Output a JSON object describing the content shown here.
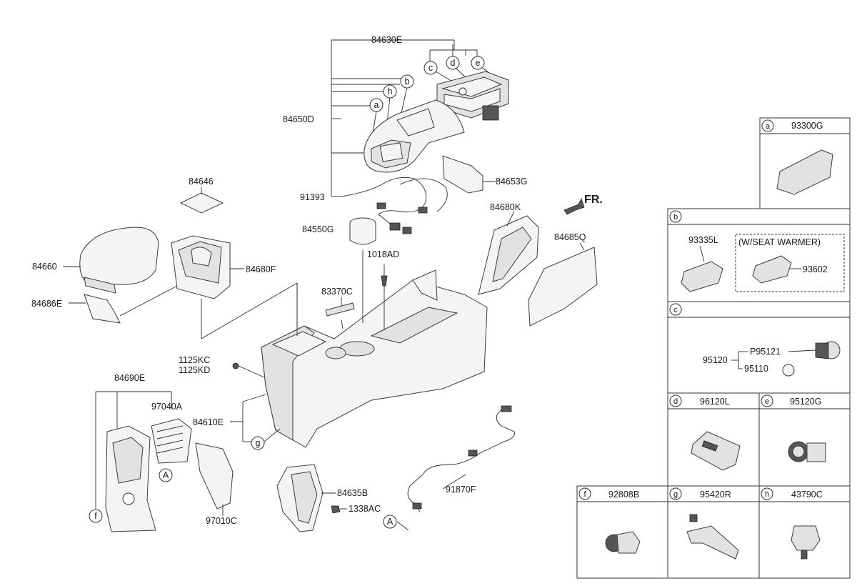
{
  "diagram": {
    "direction_label": "FR.",
    "parts": {
      "p84630E": "84630E",
      "p84650D": "84650D",
      "p84653G": "84653G",
      "p91393": "91393",
      "p84646": "84646",
      "p84660": "84660",
      "p84680F": "84680F",
      "p84686E": "84686E",
      "p84550G": "84550G",
      "p1018AD": "1018AD",
      "p84680K": "84680K",
      "p84685Q": "84685Q",
      "p83370C": "83370C",
      "p1125KC": "1125KC",
      "p1125KD": "1125KD",
      "p84690E": "84690E",
      "p97040A": "97040A",
      "p84610E": "84610E",
      "p97010C": "97010C",
      "p84635B": "84635B",
      "p1338AC": "1338AC",
      "p91870F": "91870F"
    },
    "callouts": {
      "a": "a",
      "b": "b",
      "c": "c",
      "d": "d",
      "e": "e",
      "f": "f",
      "g": "g",
      "h": "h",
      "A": "A"
    }
  },
  "legend": {
    "a": {
      "letter": "a",
      "part": "93300G"
    },
    "b": {
      "letter": "b",
      "part_main": "93335L",
      "note": "(W/SEAT WARMER)",
      "part_alt": "93602"
    },
    "c": {
      "letter": "c",
      "part_group": "95120",
      "sub1": "P95121",
      "sub2": "95110"
    },
    "d": {
      "letter": "d",
      "part": "96120L"
    },
    "e": {
      "letter": "e",
      "part": "95120G"
    },
    "f": {
      "letter": "f",
      "part": "92808B"
    },
    "g": {
      "letter": "g",
      "part": "95420R"
    },
    "h": {
      "letter": "h",
      "part": "43790C"
    }
  }
}
